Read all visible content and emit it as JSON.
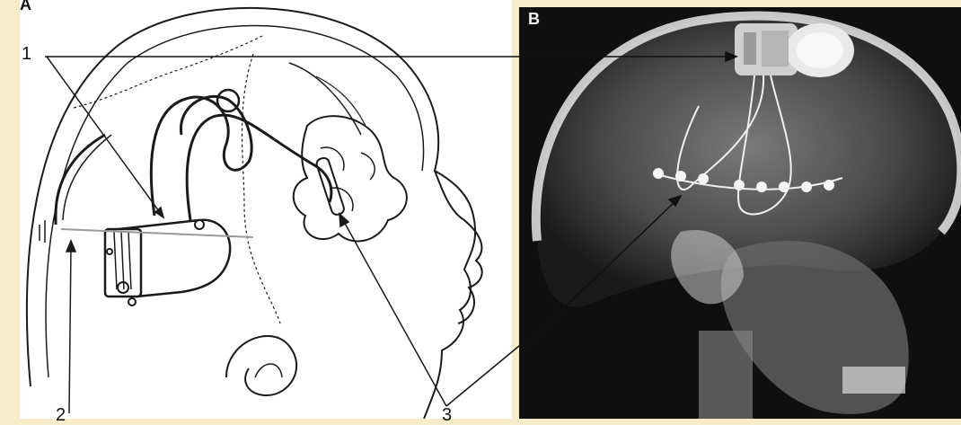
{
  "panels": {
    "a": {
      "letter": "A"
    },
    "b": {
      "letter": "B"
    }
  },
  "callouts": {
    "one": "1",
    "two": "2",
    "three": "3"
  },
  "colors": {
    "background": "#f6ecc9",
    "line_art": "#1a1a1a",
    "xray_bone": "#d9d9d9",
    "xray_dark": "#0f0f0f"
  }
}
